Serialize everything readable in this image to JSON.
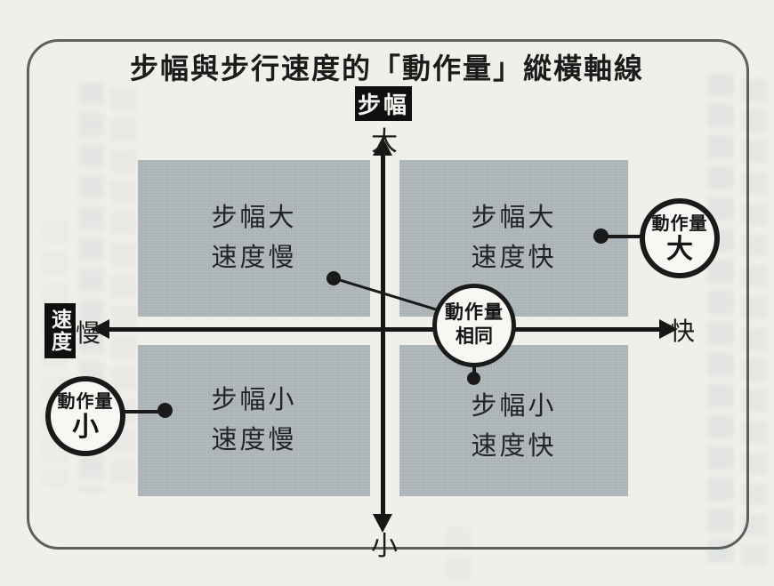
{
  "title": "步幅與步行速度的「動作量」縱橫軸線",
  "vertical_axis": {
    "name": "步幅",
    "max_label": "大",
    "min_label": "小"
  },
  "horizontal_axis": {
    "name": "速度",
    "left_label": "慢",
    "right_label": "快"
  },
  "quadrants": {
    "top_left": {
      "line1": "步幅大",
      "line2": "速度慢"
    },
    "top_right": {
      "line1": "步幅大",
      "line2": "速度快"
    },
    "bottom_left": {
      "line1": "步幅小",
      "line2": "速度慢"
    },
    "bottom_right": {
      "line1": "步幅小",
      "line2": "速度快"
    }
  },
  "callouts": {
    "center": {
      "line1": "動作量",
      "line2": "相同"
    },
    "top_right": {
      "line1": "動作量",
      "line2": "大"
    },
    "bottom_left": {
      "line1": "動作量",
      "line2": "小"
    }
  },
  "colors": {
    "ink": "#1a1a1a",
    "badge_background": "#101010",
    "quadrant_fill": "#b7bec1",
    "paper": "#f1efe9",
    "frame_border": "#5b615f"
  }
}
